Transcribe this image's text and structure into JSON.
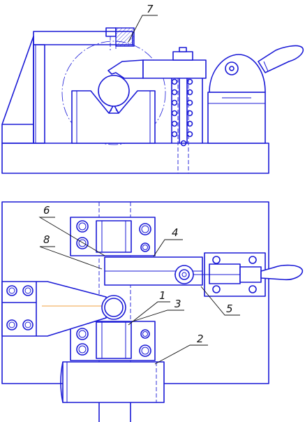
{
  "callouts": [
    {
      "id": "1",
      "text": "1"
    },
    {
      "id": "2",
      "text": "2"
    },
    {
      "id": "3",
      "text": "3"
    },
    {
      "id": "4",
      "text": "4"
    },
    {
      "id": "5",
      "text": "5"
    },
    {
      "id": "6",
      "text": "6"
    },
    {
      "id": "7",
      "text": "7"
    },
    {
      "id": "8",
      "text": "8"
    }
  ],
  "colors": {
    "line": "#1a1ad6",
    "leader": "#111111",
    "accent": "#f0a040"
  }
}
